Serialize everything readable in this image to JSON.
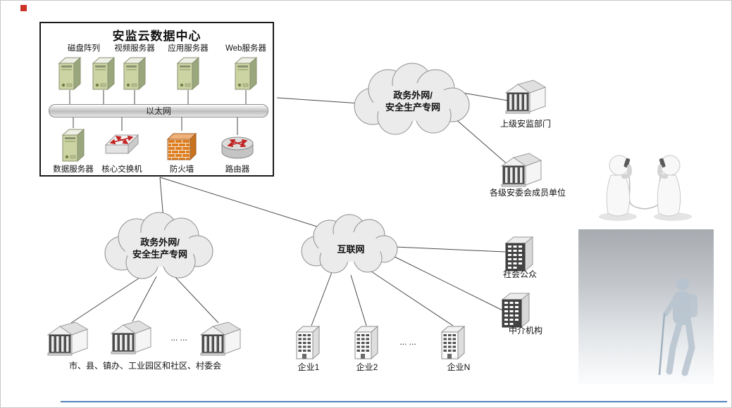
{
  "decor": {
    "accent_red": "#cc3328",
    "accent_blue": "#4f81bd"
  },
  "datacenter": {
    "title": "安监云数据中心",
    "server_labels": {
      "disk_array": "磁盘阵列",
      "video_server": "视频服务器",
      "app_server": "应用服务器",
      "web_server": "Web服务器"
    },
    "ethernet": "以太网",
    "device_labels": {
      "data_server": "数据服务器",
      "core_switch": "核心交换机",
      "firewall": "防火墙",
      "router": "路由器"
    }
  },
  "clouds": {
    "gov_top_line1": "政务外网/",
    "gov_top_line2": "安全生产专网",
    "gov_bottom_line1": "政务外网/",
    "gov_bottom_line2": "安全生产专网",
    "internet": "互联网"
  },
  "nodes": {
    "superior": "上级安监部门",
    "committee": "各级安委会成员单位",
    "public": "社会公众",
    "intermediary": "中介机构",
    "grassroots": "市、县、镇办、工业园区和社区、村委会",
    "enterprise1": "企业1",
    "enterprise2": "企业2",
    "enterpriseN": "企业N",
    "ellipsis_left": "... ...",
    "ellipsis_mid": "... ..."
  }
}
